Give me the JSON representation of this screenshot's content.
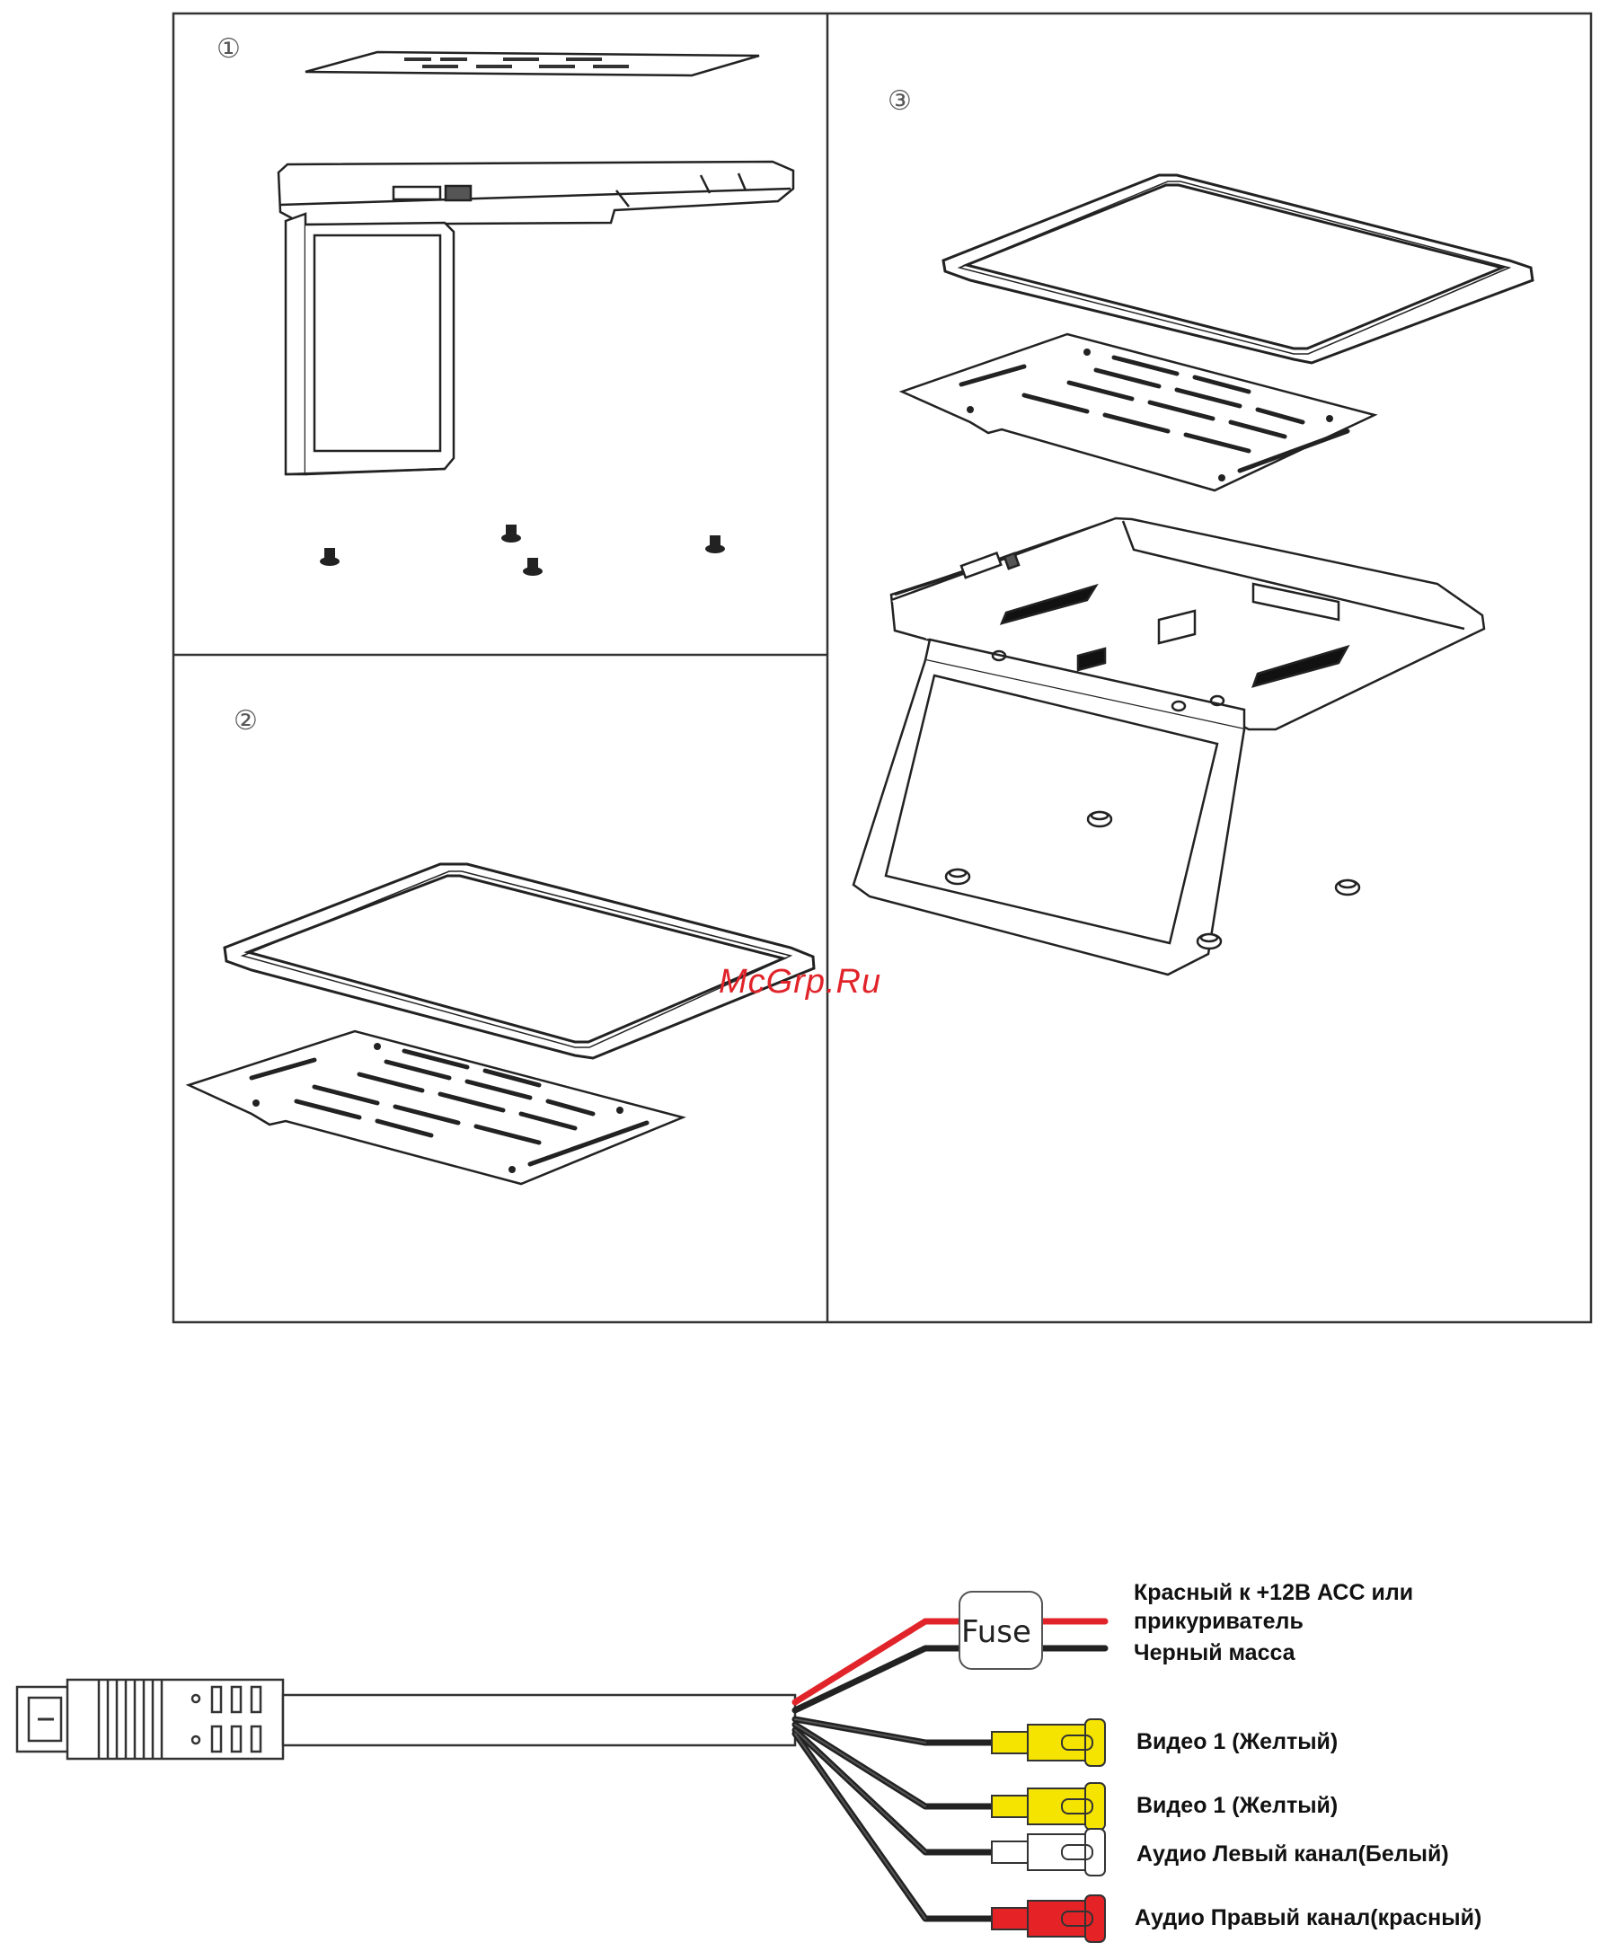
{
  "install_steps": {
    "step1": {
      "number": "①"
    },
    "step2": {
      "number": "②"
    },
    "step3": {
      "number": "③"
    }
  },
  "watermark": "McGrp.Ru",
  "wiring": {
    "fuse_label": "Fuse",
    "labels": {
      "red_wire_line1": "Красный к +12В АСС или",
      "red_wire_line2": "прикуриватель",
      "black_wire": "Черный масса",
      "video1_a": "Видео 1 (Желтый)",
      "video1_b": "Видео 1 (Желтый)",
      "audio_left": "Аудио Левый канал(Белый)",
      "audio_right": "Аудио Правый канал(красный)"
    },
    "colors": {
      "red": "#e0242a",
      "black": "#222222",
      "yellow": "#f5e400",
      "white": "#ffffff",
      "rca_red": "#e52226"
    }
  }
}
